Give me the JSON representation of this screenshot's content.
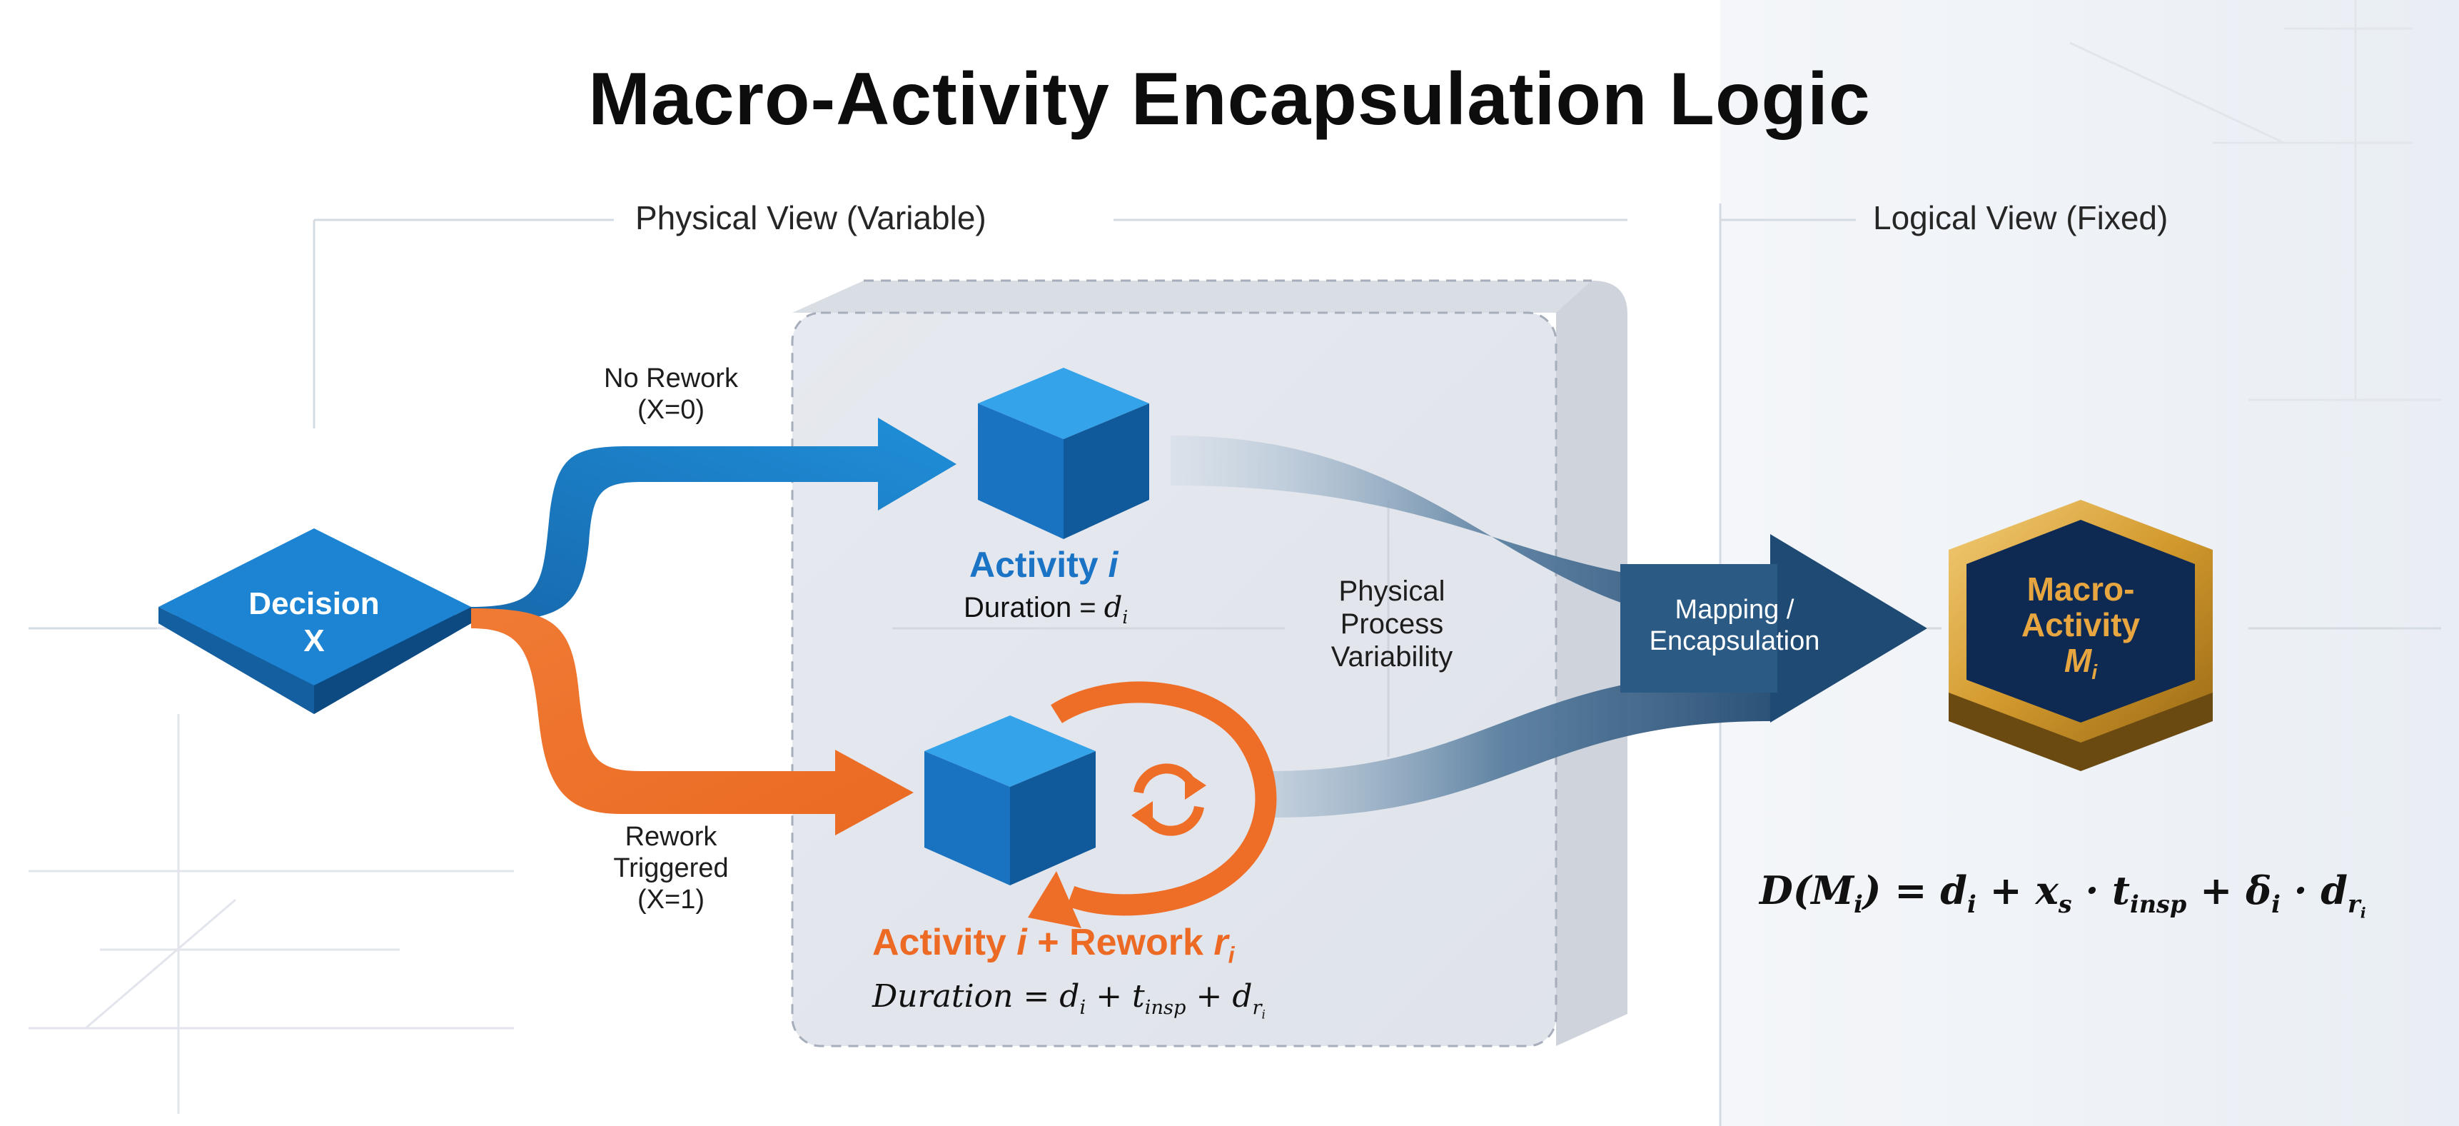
{
  "title": "Macro-Activity Encapsulation Logic",
  "physical_view": {
    "label": "Physical View (Variable)"
  },
  "logical_view": {
    "label": "Logical View (Fixed)"
  },
  "decision": {
    "title": "Decision",
    "variable": "X"
  },
  "branches": {
    "no_rework": {
      "label": "No Rework",
      "condition": "(X=0)"
    },
    "rework": {
      "label_line1": "Rework",
      "label_line2": "Triggered",
      "condition": "(X=1)"
    }
  },
  "activity": {
    "title": "Activity",
    "index": "i",
    "duration_label": "Duration =",
    "duration_var": "d",
    "duration_sub": "i"
  },
  "variability": {
    "line1": "Physical",
    "line2": "Process",
    "line3": "Variability"
  },
  "mapping": {
    "line1": "Mapping /",
    "line2": "Encapsulation"
  },
  "rework_activity": {
    "title_prefix": "Activity",
    "index": "i",
    "title_suffix": "+ Rework",
    "r_var": "r",
    "r_sub": "i",
    "formula_lhs": "Duration",
    "formula": "Duration = d_i + t_insp + d_r_i"
  },
  "macro": {
    "line1": "Macro-",
    "line2": "Activity",
    "symbol": "M",
    "symbol_sub": "i"
  },
  "macro_formula": "D(M_i) = d_i + x_s · t_insp + δ_i · d_r_i",
  "colors": {
    "blue_accent": "#1a73c4",
    "orange_accent": "#ec6a24",
    "gold": "#d39a2e",
    "navy": "#0e2a52"
  }
}
